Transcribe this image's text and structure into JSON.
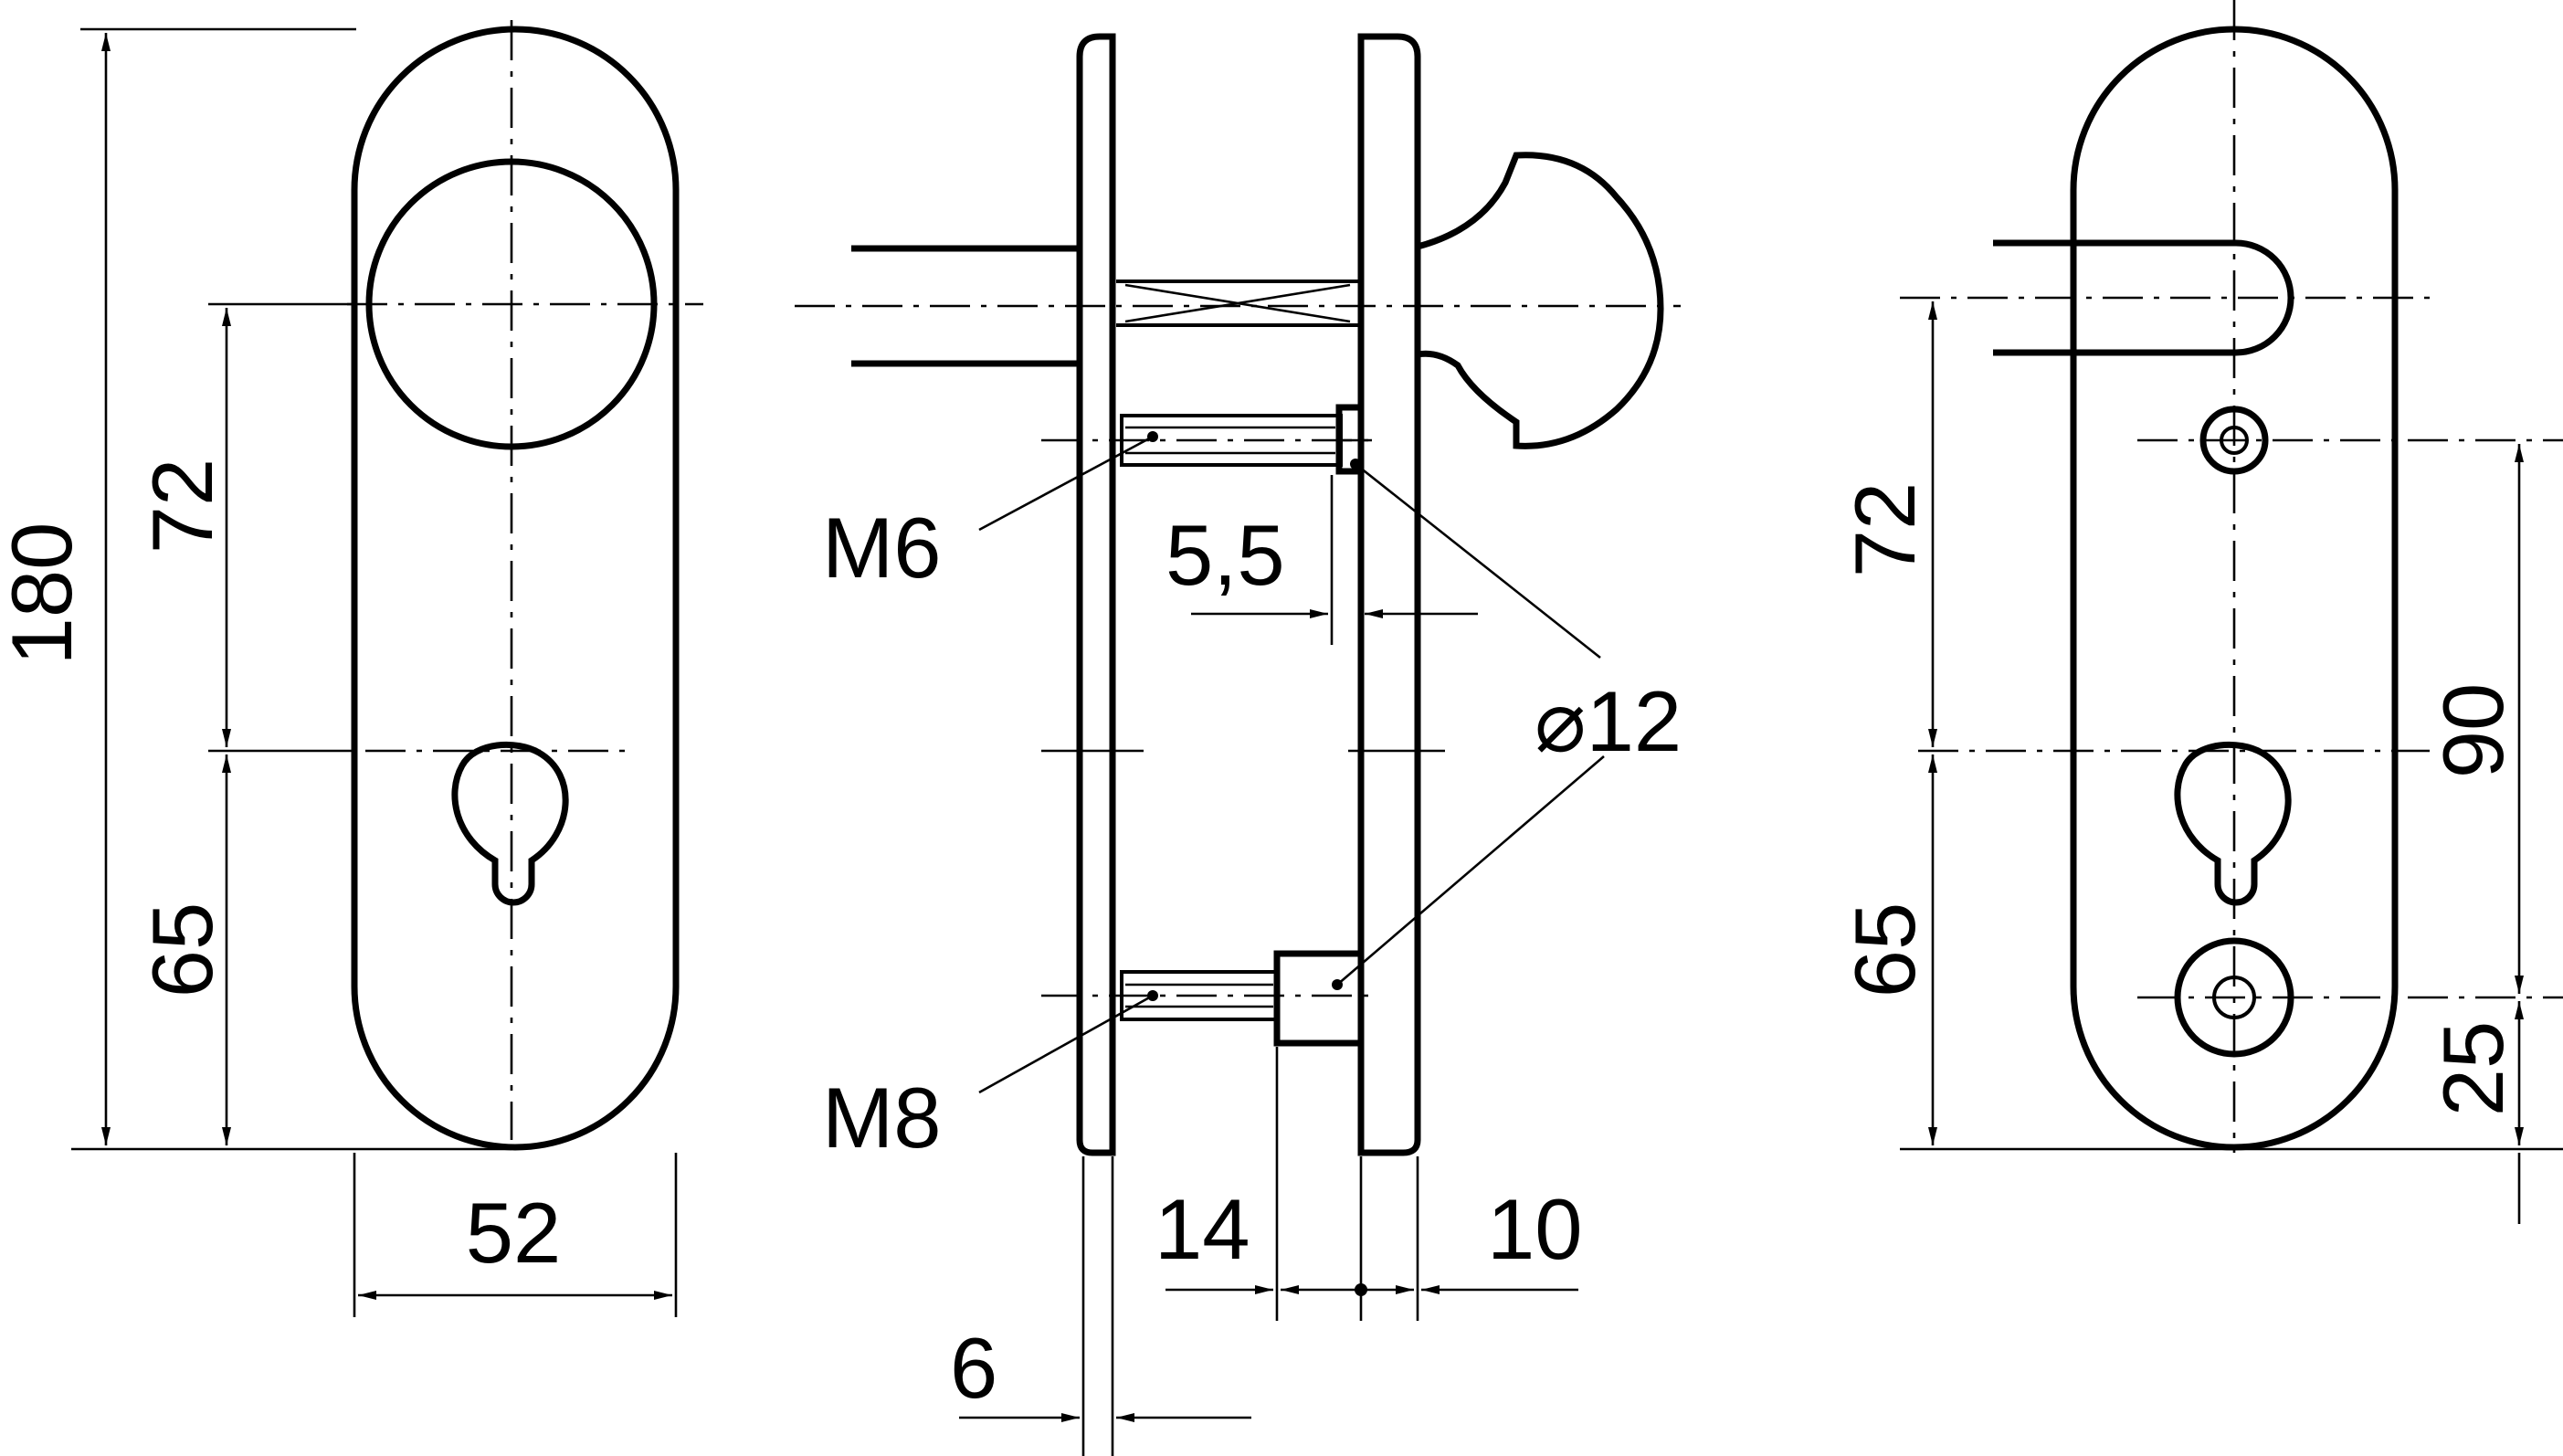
{
  "dimensions": {
    "front_total_height": "180",
    "front_upper": "72",
    "front_lower": "65",
    "front_width": "52",
    "side_thread_upper": "M6",
    "side_thread_lower": "M8",
    "side_gap": "5,5",
    "side_diameter": "⌀12",
    "side_spacer": "14",
    "side_plate": "10",
    "side_inner_plate": "6",
    "back_upper": "72",
    "back_lower": "65",
    "back_hole_spacing": "90",
    "back_bottom_hole": "25"
  },
  "colors": {
    "line": "#000000",
    "background": "#ffffff"
  }
}
